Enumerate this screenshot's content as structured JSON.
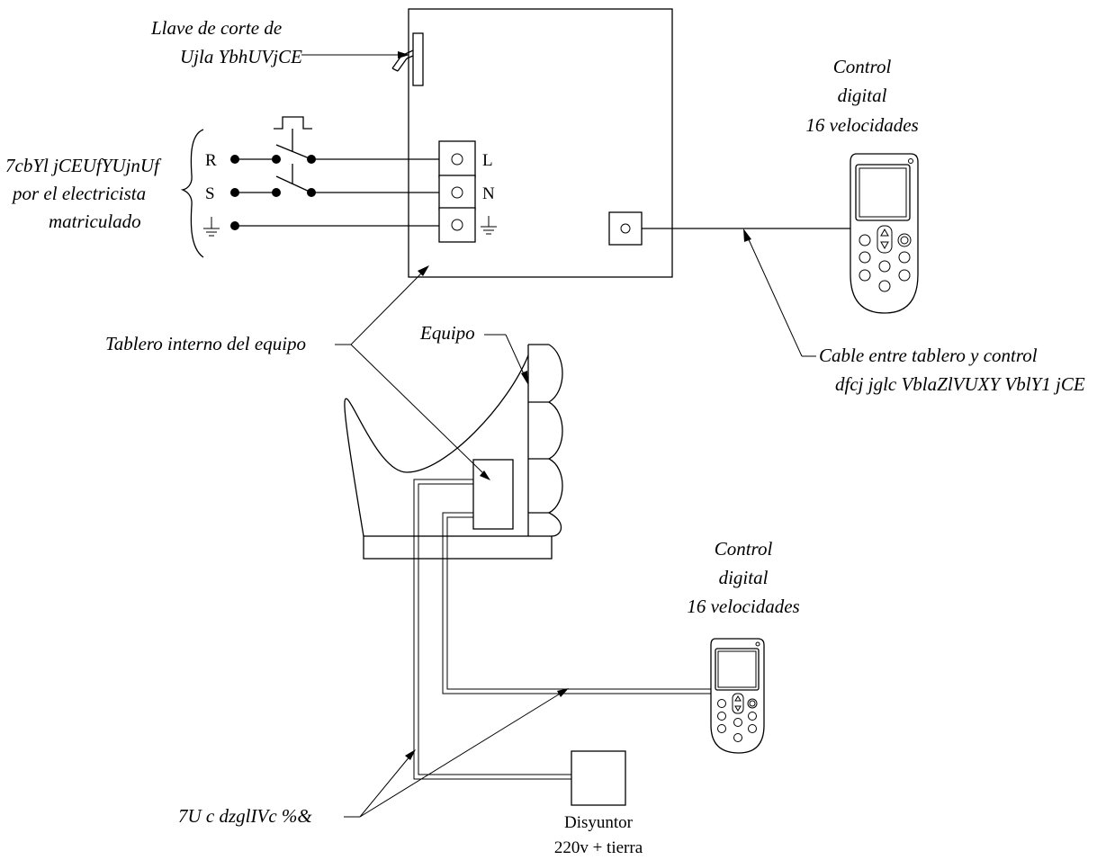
{
  "diagram": {
    "labels": {
      "llave_line1": "Llave de corte de",
      "llave_line2": "Ujla YbhUVjCE",
      "conexion_line1": "7cbYl jCEUfYUjnUf",
      "conexion_line2": "por el electricista",
      "conexion_line3": "matriculado",
      "control_top_line1": "Control",
      "control_top_line2": "digital",
      "control_top_line3": "16 velocidades",
      "control_mid_line1": "Control",
      "control_mid_line2": "digital",
      "control_mid_line3": "16 velocidades",
      "tablero": "Tablero interno del equipo",
      "equipo": "Equipo",
      "cable_line1": "Cable entre tablero y control",
      "cable_line2": "dfcj jglc VblaZlVUXY VblY1 jCE",
      "canos": "7U c dzglIVc %&",
      "disyuntor_line1": "Disyuntor",
      "disyuntor_line2": "220v + tierra"
    },
    "terminals": {
      "r": "R",
      "s": "S",
      "l": "L",
      "n": "N"
    }
  }
}
